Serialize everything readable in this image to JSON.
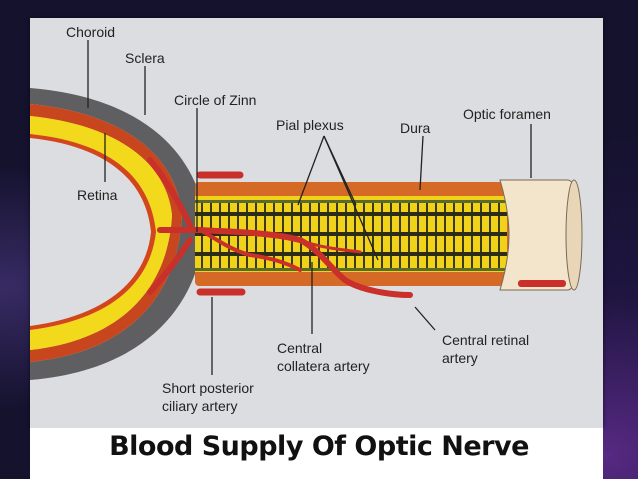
{
  "slide": {
    "title": "Blood Supply Of Optic Nerve"
  },
  "diagram": {
    "labels": {
      "choroid": "Choroid",
      "sclera": "Sclera",
      "circle_of_zinn": "Circle of Zinn",
      "pial_plexus": "Pial plexus",
      "dura": "Dura",
      "optic_foramen": "Optic foramen",
      "retina": "Retina",
      "central_retinal_artery_1": "Central retinal",
      "central_retinal_artery_2": "artery",
      "central_collateral_artery_1": "Central",
      "central_collateral_artery_2": "collatera artery",
      "short_posterior_ciliary_1": "Short posterior",
      "short_posterior_ciliary_2": "ciliary artery"
    },
    "colors": {
      "sclera": "#5e5e60",
      "choroid": "#c9471c",
      "retina": "#f3da1a",
      "dura": "#d46a26",
      "nerve": "#f1d21b",
      "artery": "#c9302a",
      "septa": "#3a3a18",
      "foramen": "#f4e6cf"
    }
  }
}
